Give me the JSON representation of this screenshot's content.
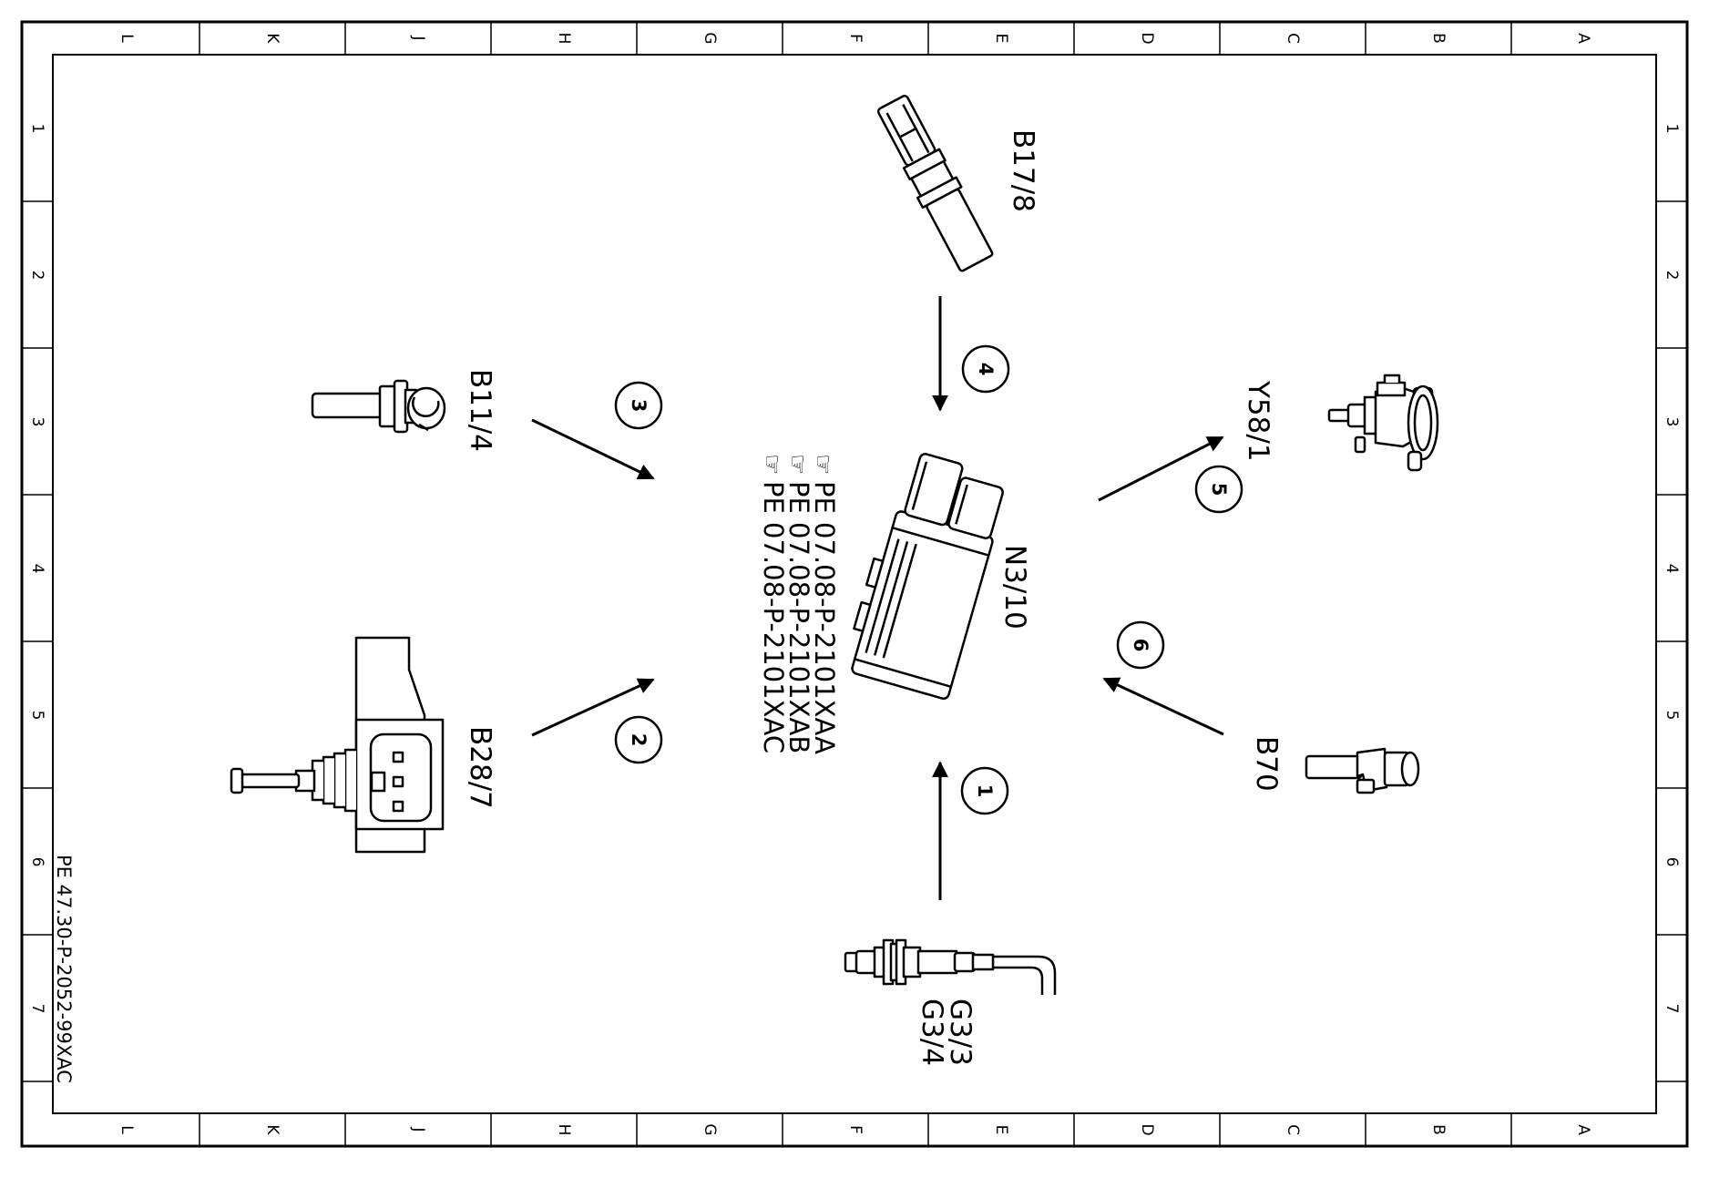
{
  "frame": {
    "columns": [
      "L",
      "K",
      "J",
      "H",
      "G",
      "F",
      "E",
      "D",
      "C",
      "B",
      "A"
    ],
    "rows": [
      "1",
      "2",
      "3",
      "4",
      "5",
      "6",
      "7"
    ]
  },
  "components": {
    "b17_8": "B17/8",
    "b11_4": "B11/4",
    "b28_7": "B28/7",
    "n3_10": "N3/10",
    "y58_1": "Y58/1",
    "b70": "B70",
    "g3_3": "G3/3",
    "g3_4": "G3/4"
  },
  "references": [
    "PE  07.08-P-2101XAA",
    "PE  07.08-P-2101XAB",
    "PE  07.08-P-2101XAC"
  ],
  "reference_icon": "pointing-hand-icon",
  "callouts": {
    "c1": "1",
    "c2": "2",
    "c3": "3",
    "c4": "4",
    "c5": "5",
    "c6": "6"
  },
  "document_number": "PE 47.30-P-2052-99XAC"
}
